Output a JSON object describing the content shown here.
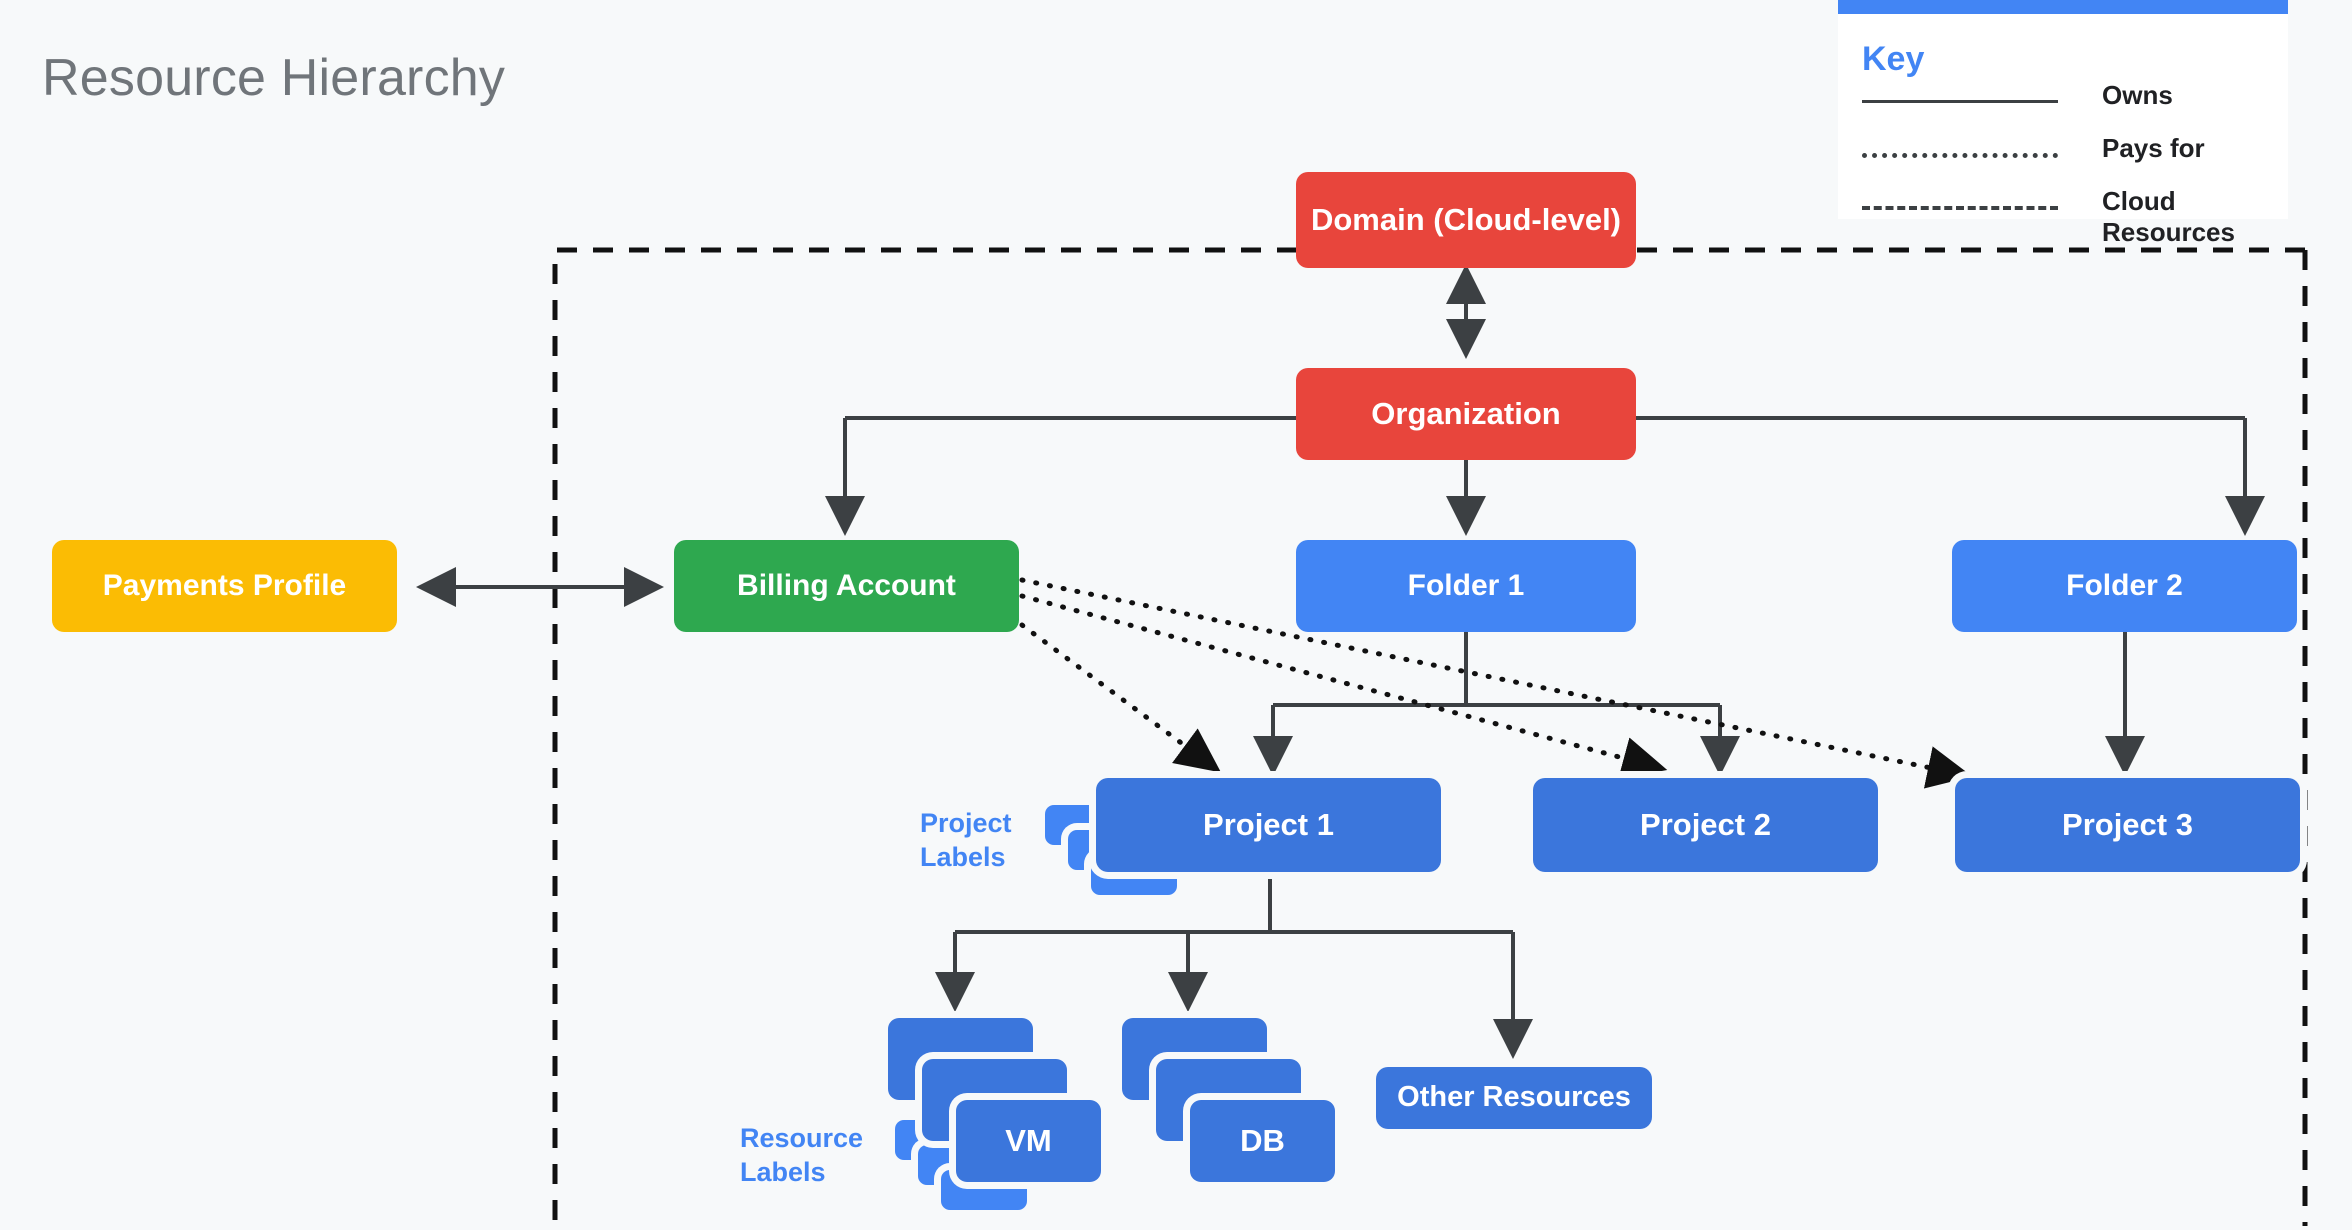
{
  "page": {
    "title": "Resource Hierarchy",
    "background": "#f7f9fa"
  },
  "colors": {
    "red": "#e8453c",
    "green": "#2ea84f",
    "yellow": "#fbbc04",
    "light_blue": "#4285f4",
    "dark_blue": "#3b76dc",
    "line": "#3c4043",
    "title_gray": "#70757a",
    "key_accent": "#4285f4"
  },
  "nodes": {
    "domain": "Domain (Cloud-level)",
    "organization": "Organization",
    "payments_profile": "Payments Profile",
    "billing_account": "Billing Account",
    "folder1": "Folder 1",
    "folder2": "Folder 2",
    "project1": "Project 1",
    "project2": "Project 2",
    "project3": "Project 3",
    "vm": "VM",
    "db": "DB",
    "other_resources": "Other Resources"
  },
  "side_labels": {
    "project_labels": "Project\nLabels",
    "project_labels_line1": "Project",
    "project_labels_line2": "Labels",
    "resource_labels_line1": "Resource",
    "resource_labels_line2": "Labels"
  },
  "key": {
    "title": "Key",
    "items": [
      {
        "style": "solid",
        "label": "Owns"
      },
      {
        "style": "dotted",
        "label": "Pays for"
      },
      {
        "style": "dashed",
        "label": "Cloud Resources"
      }
    ]
  },
  "edges": {
    "owns": [
      {
        "from": "domain",
        "to": "organization",
        "type": "double-arrow"
      },
      {
        "from": "organization",
        "to": "billing_account",
        "type": "arrow"
      },
      {
        "from": "organization",
        "to": "folder1",
        "type": "arrow"
      },
      {
        "from": "organization",
        "to": "folder2",
        "type": "arrow"
      },
      {
        "from": "payments_profile",
        "to": "billing_account",
        "type": "double-arrow"
      },
      {
        "from": "folder1",
        "to": "project1",
        "type": "arrow"
      },
      {
        "from": "folder1",
        "to": "project2",
        "type": "arrow"
      },
      {
        "from": "folder2",
        "to": "project3",
        "type": "arrow"
      },
      {
        "from": "project1",
        "to": "vm",
        "type": "arrow"
      },
      {
        "from": "project1",
        "to": "db",
        "type": "arrow"
      },
      {
        "from": "project1",
        "to": "other_resources",
        "type": "arrow"
      }
    ],
    "pays_for": [
      {
        "from": "billing_account",
        "to": "project1"
      },
      {
        "from": "billing_account",
        "to": "project2"
      },
      {
        "from": "billing_account",
        "to": "project3"
      }
    ],
    "cloud_resources_boundary": "dashed rectangle enclosing Organization and below"
  }
}
